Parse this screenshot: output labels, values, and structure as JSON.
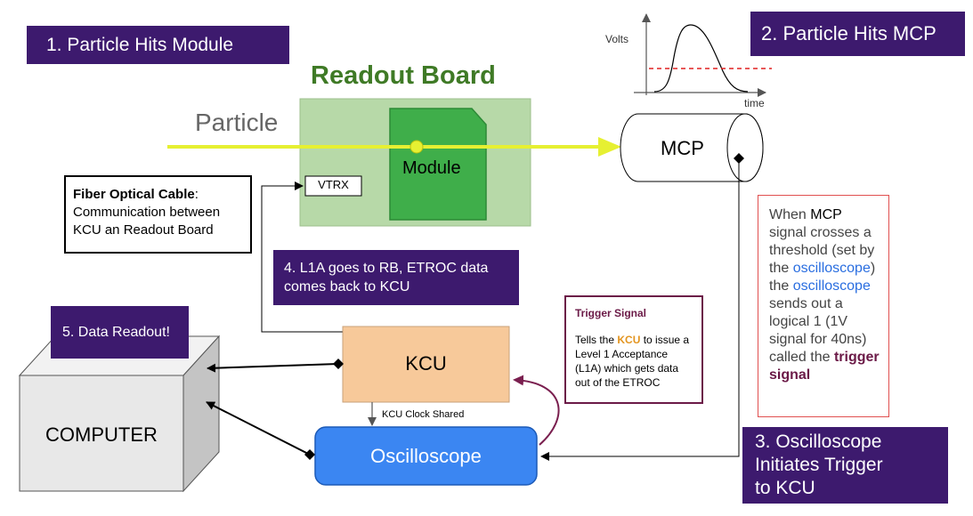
{
  "steps": {
    "step1": "1.    Particle Hits Module",
    "step2": "2. Particle Hits MCP",
    "step3": "3. Oscilloscope\nInitiates Trigger\nto KCU",
    "step4": "4. L1A goes to RB, ETROC data\ncomes back to KCU",
    "step5": "5. Data Readout!"
  },
  "readout_board": {
    "title": "Readout Board",
    "module": "Module",
    "vtrx": "VTRX"
  },
  "particle_label": "Particle",
  "mcp_label": "MCP",
  "graph": {
    "ylabel": "Volts",
    "xlabel": "time"
  },
  "fiber_box": {
    "title": "Fiber Optical Cable",
    "colon": ":",
    "text": "Communication between\nKCU an Readout Board"
  },
  "kcu_label": "KCU",
  "oscilloscope_label": "Oscilloscope",
  "computer_label": "COMPUTER",
  "clock_label": "KCU Clock Shared",
  "trigger_box": {
    "title": "Trigger Signal",
    "t1": "Tells the ",
    "kcu": "KCU",
    "t2": " to issue a Level 1 Acceptance (L1A) which gets data out of the ETROC"
  },
  "mcp_note": {
    "p1": "When ",
    "mcp": "MCP",
    "p2": " signal crosses a threshold (set by the ",
    "osc1": "oscilloscope",
    "p3": ") the ",
    "osc2": "oscilloscope",
    "p4": " sends out a logical 1 (1V signal for 40ns) called the ",
    "trigger": "trigger signal"
  },
  "colors": {
    "step_box": "#3d1a6e",
    "board_bg": "#b7d9a8",
    "module_green": "#3fae4a",
    "kcu_orange": "#f7c99a",
    "oscilloscope_blue": "#3b86f2",
    "particle_yellow": "#e6f032",
    "threshold_red": "#e02020",
    "trigger_arrow": "#7a1f4f"
  }
}
